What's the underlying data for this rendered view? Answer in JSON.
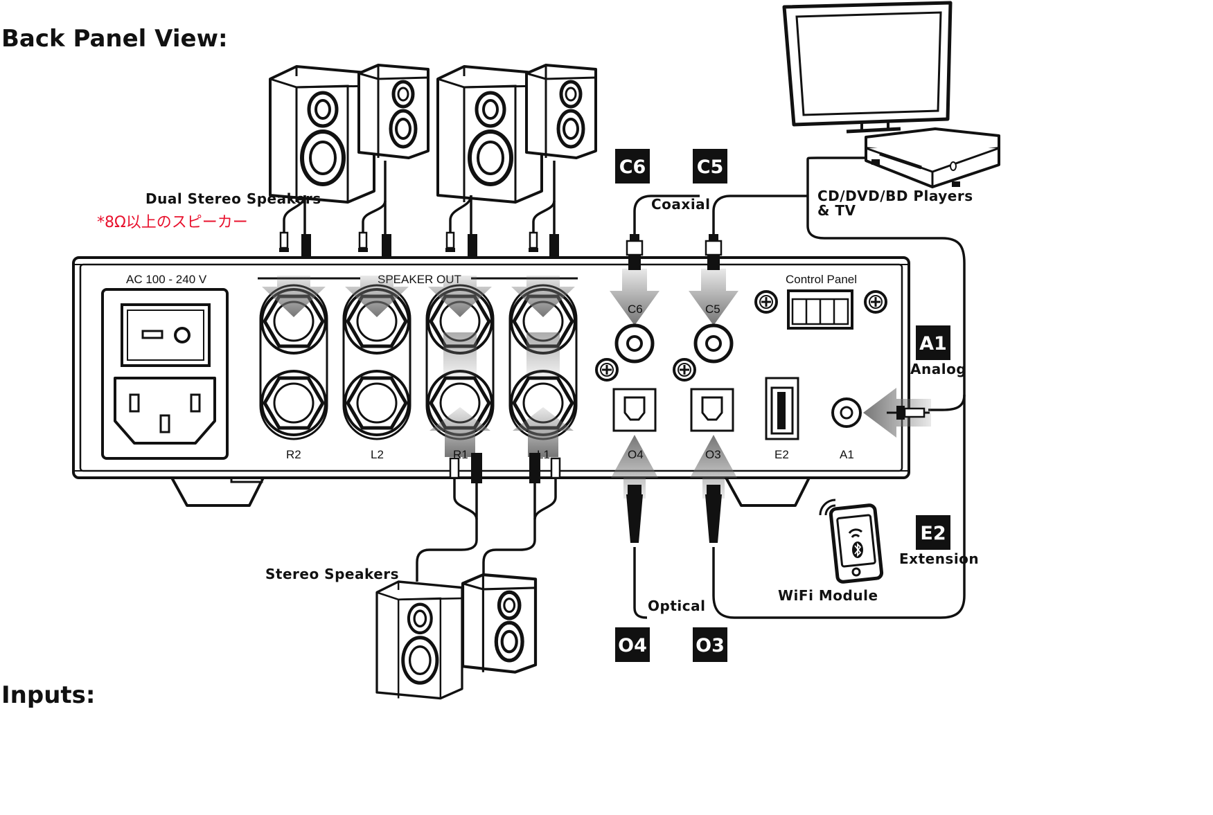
{
  "headings": {
    "back_panel": "Back Panel View:",
    "inputs": "Inputs:"
  },
  "labels": {
    "dual_stereo_speakers": "Dual Stereo Speakers",
    "impedance_note": "*8Ω以上のスピーカー",
    "stereo_speakers": "Stereo Speakers",
    "coaxial": "Coaxial",
    "optical": "Optical",
    "players_line1": "CD/DVD/BD Players",
    "players_line2": "& TV",
    "analog": "Analog",
    "extension": "Extension",
    "wifi_module": "WiFi Module"
  },
  "panel": {
    "power": "AC 100 - 240 V",
    "speaker_out": "SPEAKER OUT",
    "control_panel": "Control Panel",
    "terminals": [
      "R2",
      "L2",
      "R1",
      "L1"
    ],
    "ports": {
      "c6": "C6",
      "c5": "C5",
      "o4": "O4",
      "o3": "O3",
      "e2": "E2",
      "a1": "A1"
    }
  },
  "badges": {
    "c6": "C6",
    "c5": "C5",
    "a1": "A1",
    "e2": "E2",
    "o4": "O4",
    "o3": "O3"
  },
  "colors": {
    "ink": "#111111",
    "note_red": "#e8112d",
    "arrow_gray": "#8a8a8a"
  }
}
